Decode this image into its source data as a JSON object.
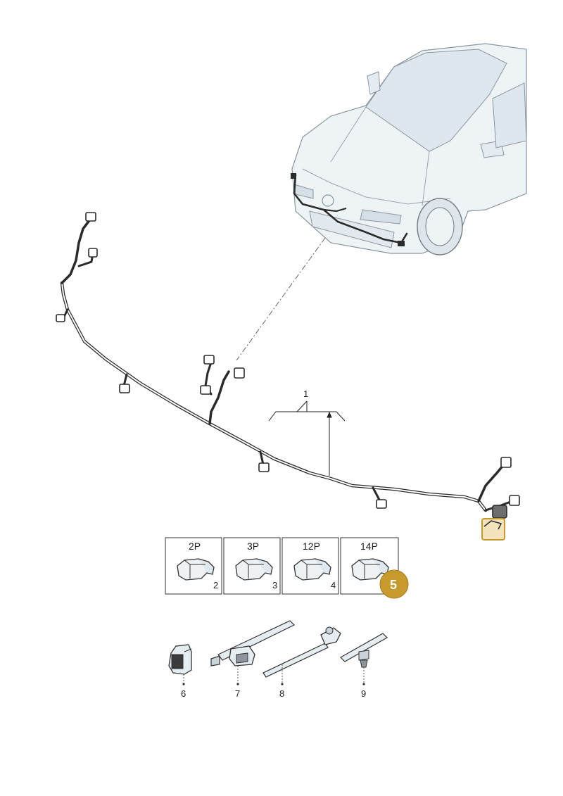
{
  "callouts": {
    "harness": "1",
    "connector_2p": "2",
    "connector_3p": "3",
    "connector_12p": "4",
    "connector_14p": "5",
    "clip": "6",
    "tie_clip": "7",
    "cable_tie": "8",
    "holder": "9"
  },
  "connector_boxes": [
    {
      "pins": "2P",
      "number": "2"
    },
    {
      "pins": "3P",
      "number": "3"
    },
    {
      "pins": "12P",
      "number": "4"
    },
    {
      "pins": "14P",
      "number": ""
    }
  ],
  "badge": {
    "text": "5",
    "color": "#c69a2c"
  },
  "colors": {
    "line": "#2a2a2a",
    "car_fill": "#eef3f6",
    "car_stroke": "#8a969e",
    "highlight": "#c69a2c",
    "highlight_fill": "#f2e3bd",
    "part_fill": "#dfe8ee"
  }
}
